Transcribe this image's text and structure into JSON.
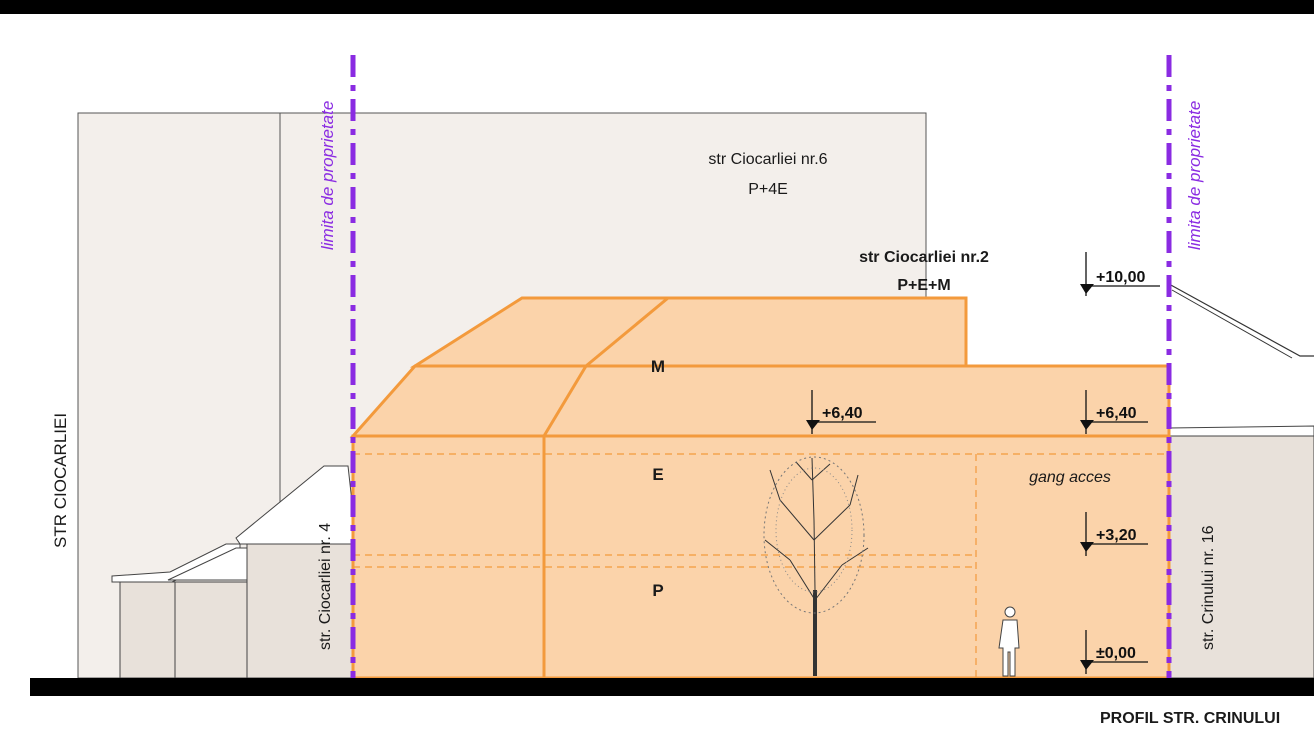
{
  "labels": {
    "street_left": "STR CIOCARLIEI",
    "building_back_name": "str Ciocarliei nr.6",
    "building_back_height": "P+4E",
    "building_main_name": "str Ciocarliei nr.2",
    "building_main_height": "P+E+M",
    "neighbor_left": "str. Ciocarliei nr. 4",
    "neighbor_right": "str. Crinului nr. 16",
    "limit_left": "limita de proprietate",
    "limit_right": "limita de proprietate",
    "floor_m": "M",
    "floor_e": "E",
    "floor_p": "P",
    "passage": "gang acces",
    "footer_title": "PROFIL STR. CRINULUI"
  },
  "levels": {
    "l1": "+10,00",
    "l2": "+6,40",
    "l3": "+6,40",
    "l4": "+3,20",
    "l5": "±0,00"
  },
  "colors": {
    "proposed_fill": "#fbd3aa",
    "proposed_stroke": "#f39a3c",
    "limit_line": "#8a2be2",
    "neighbor_fill": "#ece6e0",
    "back_fill": "#f3efeb"
  }
}
